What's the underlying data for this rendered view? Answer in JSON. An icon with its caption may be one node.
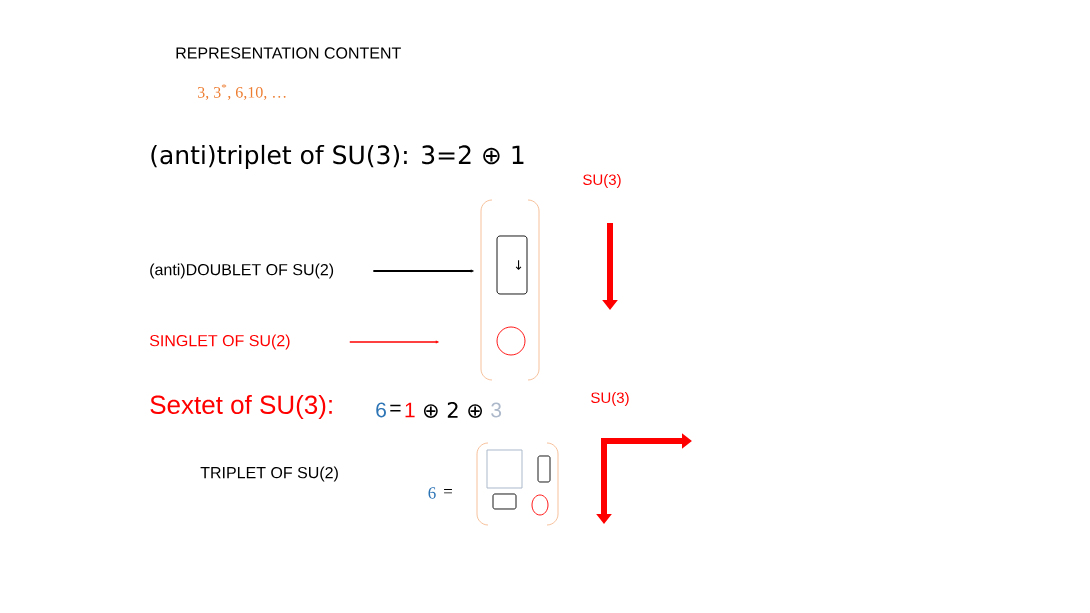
{
  "diagram": {
    "nodes": [
      {
        "text": [
          "(anti)DOUBLET OF SU(2)"
        ]
      },
      {
        "text": [
          "SINGLET OF SU(2)"
        ]
      },
      {
        "text": [
          "↓"
        ]
      },
      {
        "text": [],
        "shape": "circle"
      }
    ],
    "edges": [
      {
        "from": 0,
        "to": 2,
        "arrow": "to"
      },
      {
        "from": 1,
        "to": 3,
        "arrow": "to",
        "color": "#ff0000"
      }
    ],
    "labels": [
      "REPRESENTATION CONTENT",
      "3, 3$^{*}$, 6,10, …",
      "(anti)triplet of SU(3): 3=2 ⊕ 1",
      "SU(3)",
      "Sextet of SU(3):",
      "6",
      "=",
      "1",
      "⊕ 2 ⊕",
      "3",
      "SU(3)",
      "TRIPLET OF SU(2)",
      "6",
      "="
    ]
  }
}
